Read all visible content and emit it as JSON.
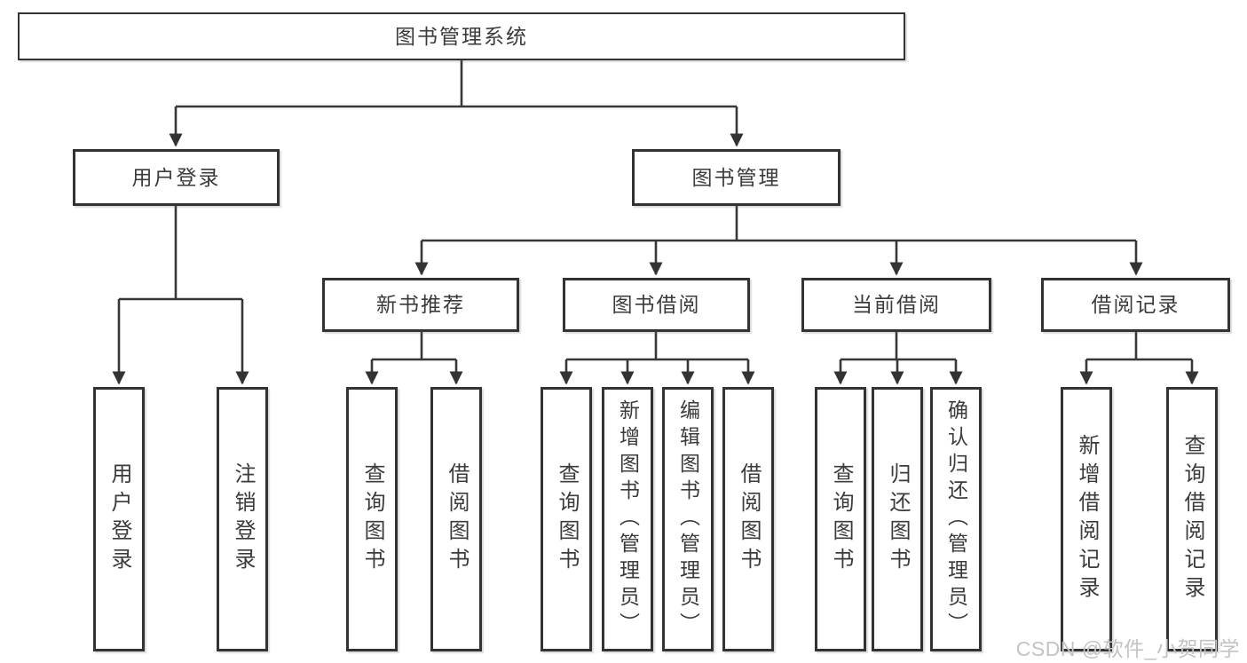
{
  "diagram": {
    "type": "hierarchy-tree",
    "line_color": "#373737",
    "border_color": "#333333",
    "text_color": "#3b3b3b",
    "watermark": "CSDN @软件_小贺同学",
    "watermark_color": "#c3c3c3",
    "nodes": {
      "root": "图书管理系统",
      "user_login": "用户登录",
      "book_management": "图书管理",
      "new_book_recommend": "新书推荐",
      "book_borrowing": "图书借阅",
      "current_borrowing": "当前借阅",
      "borrowing_records": "借阅记录",
      "leaf_user_login": "用户登录",
      "leaf_logout": "注销登录",
      "nb_query_books": "查询图书",
      "nb_borrow_books": "借阅图书",
      "bb_query_books": "查询图书",
      "bb_add_books": "新增图书（管理员）",
      "bb_edit_books": "编辑图书（管理员）",
      "bb_borrow_books": "借阅图书",
      "cb_query_books": "查询图书",
      "cb_return_books": "归还图书",
      "cb_confirm_return": "确认归还（管理员）",
      "br_add_record": "新增借阅记录",
      "br_query_record": "查询借阅记录"
    },
    "structure": {
      "图书管理系统": {
        "用户登录": [
          "用户登录",
          "注销登录"
        ],
        "图书管理": {
          "新书推荐": [
            "查询图书",
            "借阅图书"
          ],
          "图书借阅": [
            "查询图书",
            "新增图书（管理员）",
            "编辑图书（管理员）",
            "借阅图书"
          ],
          "当前借阅": [
            "查询图书",
            "归还图书",
            "确认归还（管理员）"
          ],
          "借阅记录": [
            "新增借阅记录",
            "查询借阅记录"
          ]
        }
      }
    }
  }
}
